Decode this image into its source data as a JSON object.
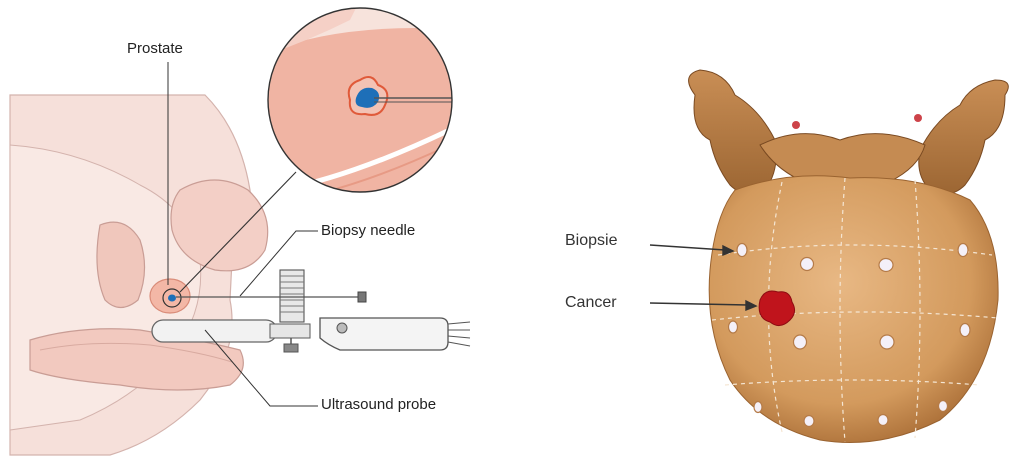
{
  "left_diagram": {
    "labels": {
      "prostate": "Prostate",
      "biopsy_needle": "Biopsy needle",
      "ultrasound_probe": "Ultrasound probe"
    },
    "colors": {
      "tissue": "#f6dcd5",
      "tissue_outline": "#c9a8a2",
      "prostate": "#f3b7a6",
      "tumor": "#1e6fb8",
      "probe": "#ececec",
      "leader_line": "#333333"
    }
  },
  "right_diagram": {
    "labels": {
      "biopsy": "Biopsie",
      "cancer": "Cancer"
    },
    "colors": {
      "organ": "#d9a56a",
      "organ_shadow": "#b97f45",
      "biopsy_dot": "#f4f0f8",
      "cancer": "#c0141c"
    }
  }
}
